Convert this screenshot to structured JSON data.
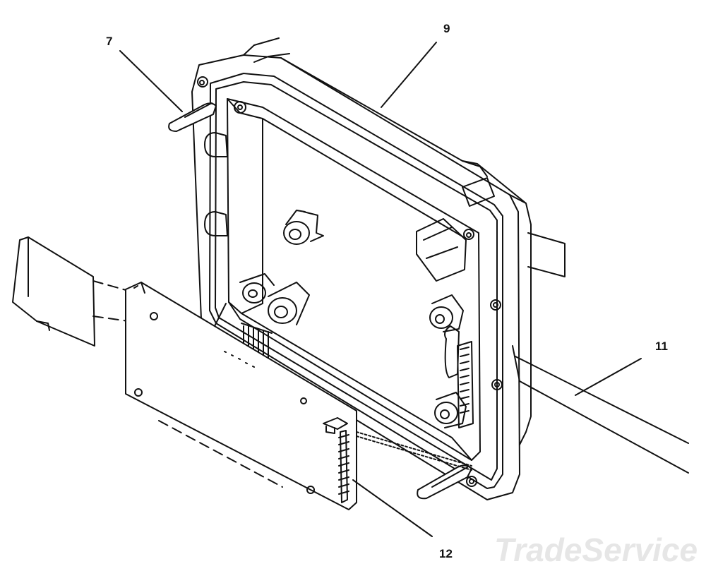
{
  "diagram": {
    "callouts": [
      {
        "id": "7",
        "label": "7"
      },
      {
        "id": "9",
        "label": "9"
      },
      {
        "id": "11",
        "label": "11"
      },
      {
        "id": "12",
        "label": "12"
      }
    ],
    "watermark": "TradeService"
  }
}
